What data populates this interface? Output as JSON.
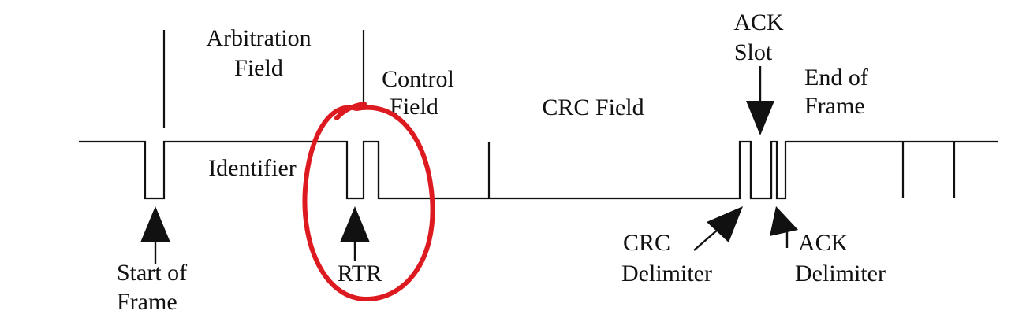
{
  "labels": {
    "arbitration_line1": "Arbitration",
    "arbitration_line2": "Field",
    "control_line1": "Control",
    "control_line2": "Field",
    "crc_field": "CRC Field",
    "ack_slot_line1": "ACK",
    "ack_slot_line2": "Slot",
    "eof_line1": "End of",
    "eof_line2": "Frame",
    "identifier": "Identifier",
    "sof_line1": "Start of",
    "sof_line2": "Frame",
    "rtr": "RTR",
    "crc_delim_line1": "CRC",
    "crc_delim_line2": "Delimiter",
    "ack_delim_line1": "ACK",
    "ack_delim_line2": "Delimiter"
  },
  "colors": {
    "line": "#111111",
    "highlight": "#dd1a1f",
    "background": "#ffffff"
  }
}
